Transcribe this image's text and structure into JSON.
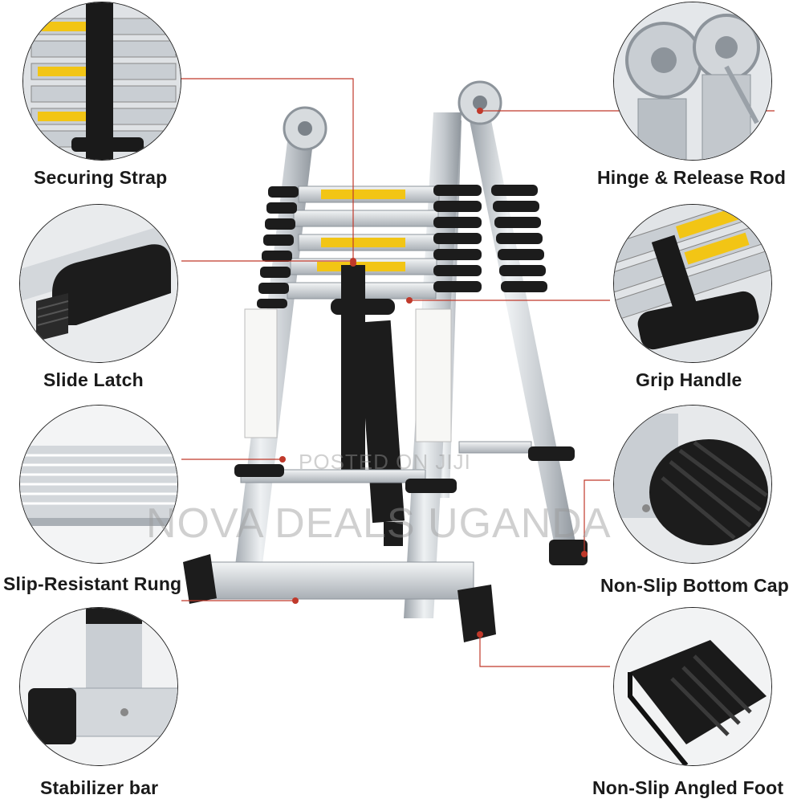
{
  "labels": {
    "securing_strap": "Securing Strap",
    "hinge_release_rod": "Hinge & Release Rod",
    "slide_latch": "Slide Latch",
    "grip_handle": "Grip Handle",
    "slip_resistant_rung": "Slip-Resistant Rung",
    "non_slip_bottom_cap": "Non-Slip Bottom Cap",
    "stabilizer_bar": "Stabilizer bar",
    "non_slip_angled_foot": "Non-Slip Angled Foot"
  },
  "watermark": {
    "line1": "POSTED ON JIJI",
    "line2": "NOVA DEALS UGANDA"
  },
  "colors": {
    "leader_line": "#c0392b",
    "aluminum": "#c9ced3",
    "rubber": "#1c1c1c",
    "warning_label": "#f2c515"
  }
}
